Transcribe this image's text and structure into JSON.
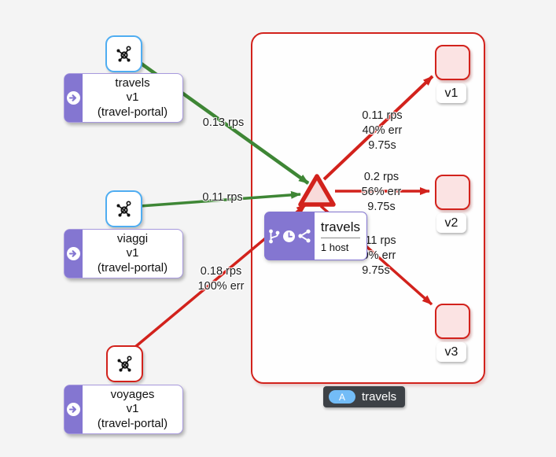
{
  "colors": {
    "healthy_green": "#3e8635",
    "error_red": "#d2221c",
    "app_purple": "#8476d1",
    "icon_box_blue": "#4fadf1",
    "badge_blue": "#73bcf7",
    "badge_bg": "#3d4146",
    "node_fill_pink": "#fbe3e3",
    "canvas_bg": "#f4f4f4"
  },
  "apps": [
    {
      "name": "travels",
      "version": "v1",
      "namespace": "(travel-portal)"
    },
    {
      "name": "viaggi",
      "version": "v1",
      "namespace": "(travel-portal)"
    },
    {
      "name": "voyages",
      "version": "v1",
      "namespace": "(travel-portal)"
    }
  ],
  "version_nodes": [
    "v1",
    "v2",
    "v3"
  ],
  "edge_labels": {
    "travels_to_service": [
      "0.13 rps"
    ],
    "viaggi_to_service": [
      "0.11 rps"
    ],
    "voyages_to_service": [
      "0.18 rps",
      "100% err"
    ],
    "service_to_v1": [
      "0.11 rps",
      "40% err",
      "9.75s"
    ],
    "service_to_v2": [
      "0.2 rps",
      "56% err",
      "9.75s"
    ],
    "service_to_v3": [
      "0.11 rps",
      "50% err",
      "9.75s"
    ]
  },
  "tooltip": {
    "title": "travels",
    "hosts": "1 host"
  },
  "box_badge": {
    "badge": "A",
    "label": "travels"
  }
}
